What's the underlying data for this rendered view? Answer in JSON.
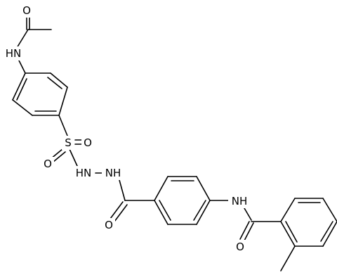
{
  "structure": {
    "atoms": [
      {
        "id": "O1",
        "label": "O"
      },
      {
        "id": "N1",
        "label": "HN"
      },
      {
        "id": "S1",
        "label": "S"
      },
      {
        "id": "O2",
        "label": "O"
      },
      {
        "id": "O3",
        "label": "O"
      },
      {
        "id": "N2",
        "label": "HN"
      },
      {
        "id": "N3",
        "label": "NH"
      },
      {
        "id": "O4",
        "label": "O"
      },
      {
        "id": "N4",
        "label": "NH"
      },
      {
        "id": "O5",
        "label": "O"
      }
    ]
  }
}
